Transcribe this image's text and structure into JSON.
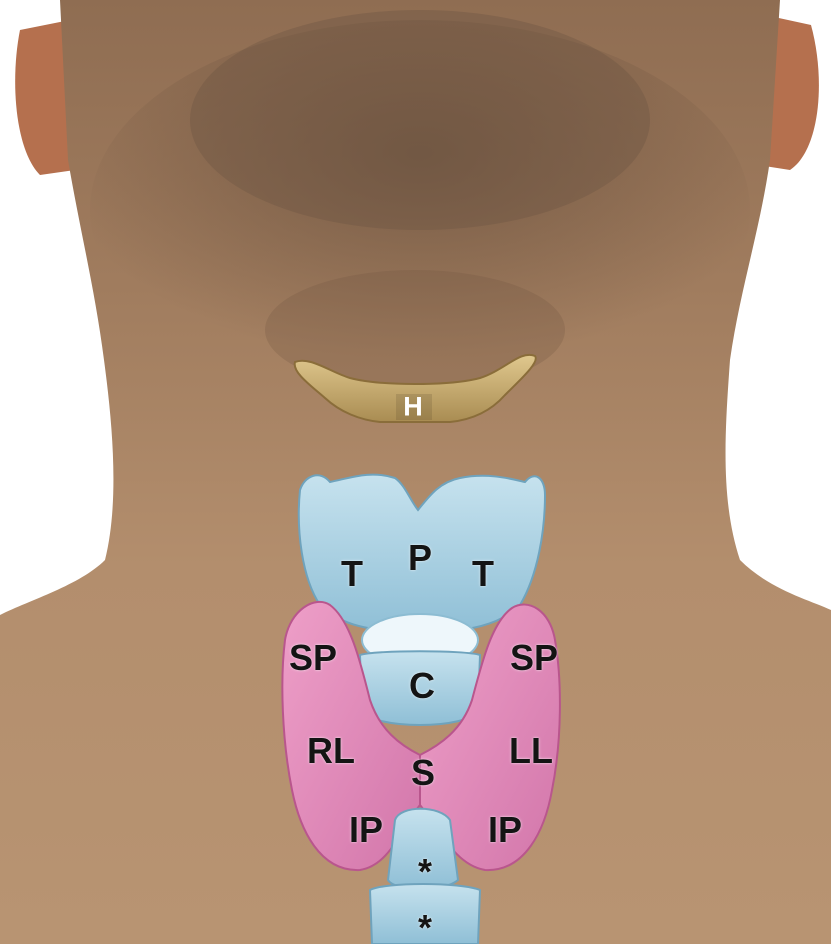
{
  "labels": {
    "hyoid": "H",
    "thyroid_cartilage_left": "T",
    "prominence": "P",
    "thyroid_cartilage_right": "T",
    "superior_pole_right": "SP",
    "superior_pole_left": "SP",
    "cricoid": "C",
    "right_lobe": "RL",
    "left_lobe": "LL",
    "isthmus": "S",
    "inferior_pole_right": "IP",
    "inferior_pole_left": "IP",
    "trachea_ring_1": "*",
    "trachea_ring_2": "*"
  },
  "colors": {
    "skin": "#b08a68",
    "hair_shadow": "#6e5541",
    "hyoid_bone": "#c9ae72",
    "cartilage": "#a9cfe0",
    "thyroid_gland": "#e48ab8",
    "background": "#ffffff"
  }
}
